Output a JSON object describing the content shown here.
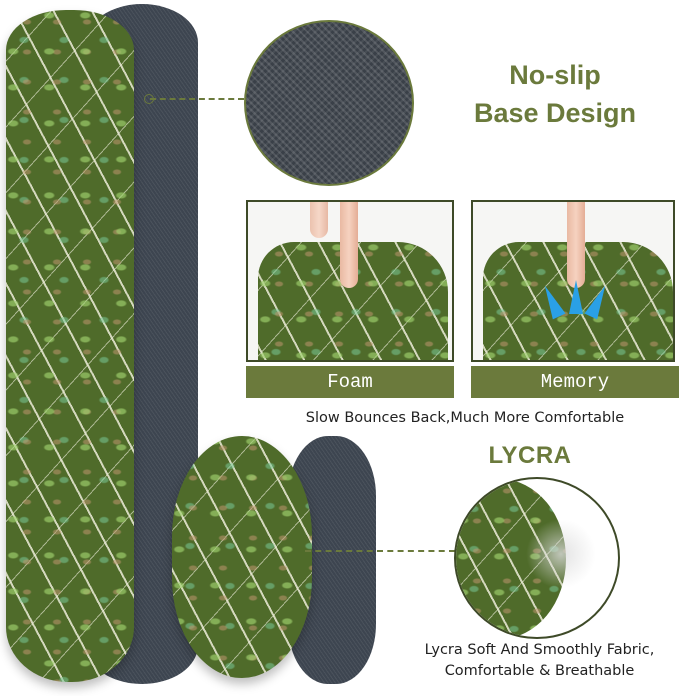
{
  "product": {
    "description": "Leaf-pattern keyboard wrist rest and mouse wrist rest set with denim-like non-slip backing"
  },
  "callouts": {
    "no_slip": {
      "title_line1": "No-slip",
      "title_line2": "Base Design",
      "icon": "fabric-texture-zoom-circle"
    },
    "comparison": {
      "left_label": "Foam",
      "right_label": "Memory",
      "caption": "Slow Bounces Back,Much More Comfortable",
      "arrow_color": "#2aa0e6"
    },
    "lycra": {
      "title": "LYCRA",
      "caption_line1": "Lycra Soft And Smoothly Fabric,",
      "caption_line2": "Comfortable & Breathable"
    }
  },
  "colors": {
    "accent_olive": "#6b7a3c",
    "panel_border": "#3e4a28",
    "mat_green": "#4f6b2a",
    "backing_gray": "#3d4550",
    "text_dark": "#222222",
    "background": "#ffffff"
  }
}
